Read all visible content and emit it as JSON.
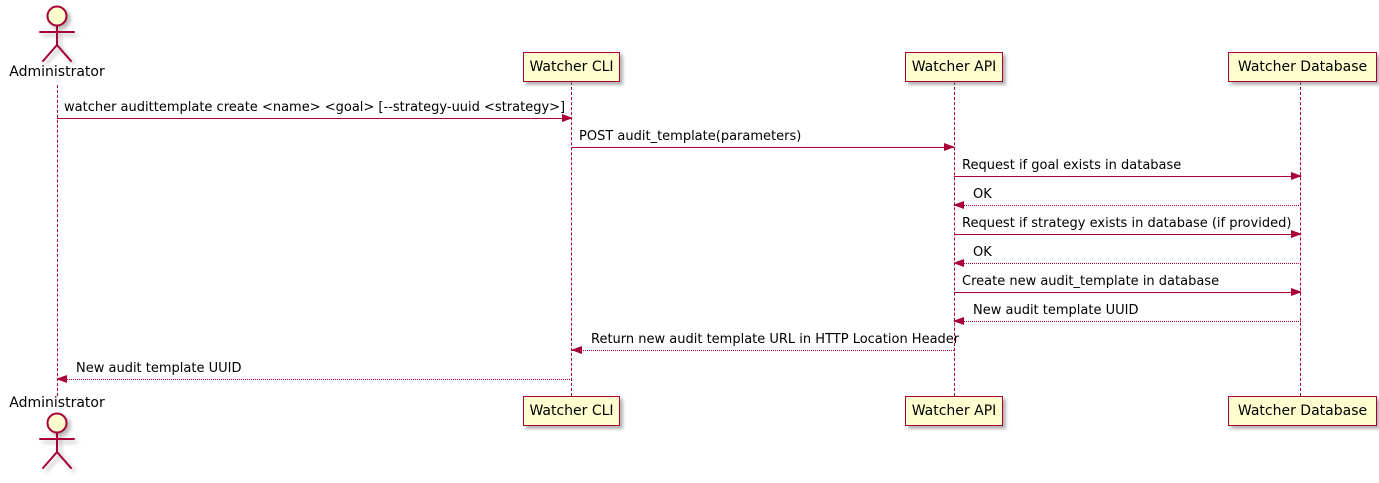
{
  "diagram": {
    "type": "sequence",
    "colors": {
      "line": "#A80036",
      "participant_fill": "#FEFECE",
      "text": "#000000",
      "background": "#FFFFFF"
    },
    "actor": {
      "label": "Administrator"
    },
    "participants": [
      {
        "label": "Watcher CLI"
      },
      {
        "label": "Watcher API"
      },
      {
        "label": "Watcher Database"
      }
    ],
    "messages": [
      {
        "text": "watcher audittemplate create <name> <goal> [--strategy-uuid <strategy>]",
        "from": "Administrator",
        "to": "Watcher CLI",
        "style": "solid"
      },
      {
        "text": "POST audit_template(parameters)",
        "from": "Watcher CLI",
        "to": "Watcher API",
        "style": "solid"
      },
      {
        "text": "Request if goal exists in database",
        "from": "Watcher API",
        "to": "Watcher Database",
        "style": "solid"
      },
      {
        "text": "OK",
        "from": "Watcher Database",
        "to": "Watcher API",
        "style": "dotted"
      },
      {
        "text": "Request if strategy exists in database (if provided)",
        "from": "Watcher API",
        "to": "Watcher Database",
        "style": "solid"
      },
      {
        "text": "OK",
        "from": "Watcher Database",
        "to": "Watcher API",
        "style": "dotted"
      },
      {
        "text": "Create new audit_template in database",
        "from": "Watcher API",
        "to": "Watcher Database",
        "style": "solid"
      },
      {
        "text": "New audit template UUID",
        "from": "Watcher Database",
        "to": "Watcher API",
        "style": "dotted"
      },
      {
        "text": "Return new audit template URL in HTTP Location Header",
        "from": "Watcher API",
        "to": "Watcher CLI",
        "style": "dotted"
      },
      {
        "text": "New audit template UUID",
        "from": "Watcher CLI",
        "to": "Administrator",
        "style": "dotted"
      }
    ]
  }
}
